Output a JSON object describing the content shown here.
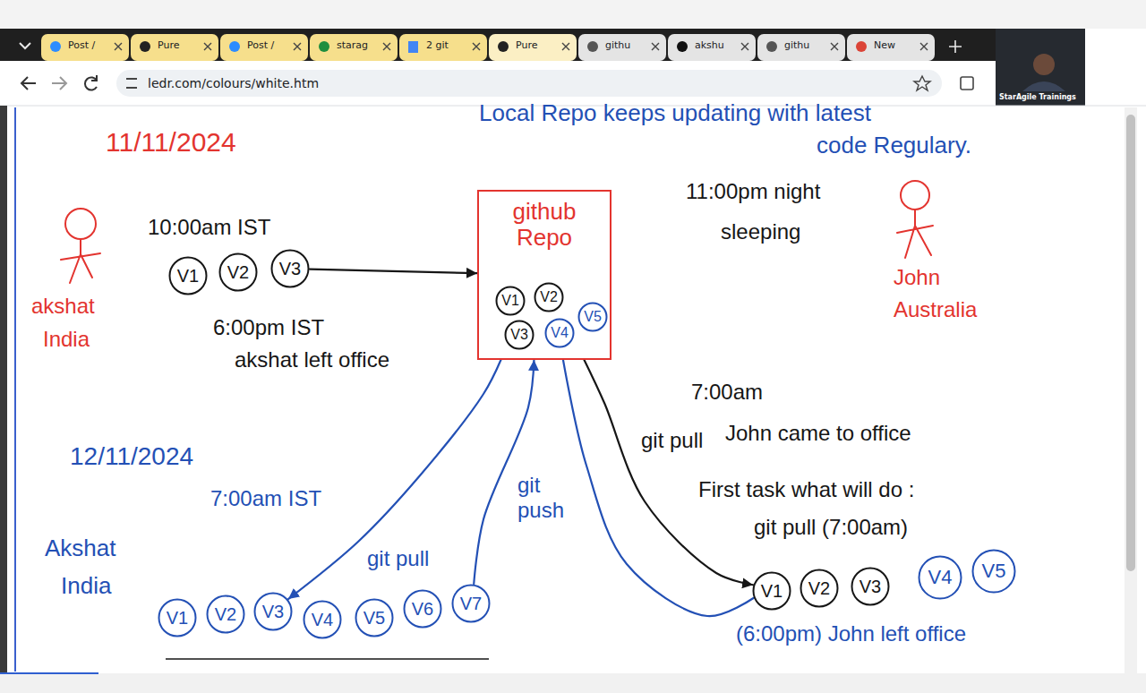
{
  "diagram": {
    "nodes": [
      {
        "text": [
          "V1"
        ]
      },
      {
        "text": [
          "V2"
        ]
      },
      {
        "text": [
          "V3"
        ]
      },
      {
        "text": [
          "github Repo"
        ]
      },
      {
        "text": [
          "V1"
        ],
        "in": 3
      },
      {
        "text": [
          "V2"
        ],
        "in": 3
      },
      {
        "text": [
          "V3"
        ],
        "in": 3
      },
      {
        "text": [
          "V4"
        ],
        "in": 3
      },
      {
        "text": [
          "V5"
        ],
        "in": 3
      },
      {
        "text": [
          "V1"
        ]
      },
      {
        "text": [
          "V2"
        ]
      },
      {
        "text": [
          "V3"
        ]
      },
      {
        "text": [
          "V4"
        ]
      },
      {
        "text": [
          "V5"
        ]
      },
      {
        "text": [
          "V6"
        ]
      },
      {
        "text": [
          "V7"
        ]
      },
      {
        "text": [
          "V1"
        ]
      },
      {
        "text": [
          "V2"
        ]
      },
      {
        "text": [
          "V3"
        ]
      },
      {
        "text": [
          "V4"
        ]
      },
      {
        "text": [
          "V5"
        ]
      }
    ],
    "edges": [
      {
        "from": 2,
        "to": 3,
        "arrow": "to"
      },
      {
        "from": 3,
        "to": 11,
        "arrow": "to"
      },
      {
        "from": 15,
        "to": 3,
        "arrow": "to"
      },
      {
        "from": 3,
        "to": 16,
        "arrow": "to"
      },
      {
        "from": 3,
        "to": 16,
        "arrow": "none"
      }
    ],
    "labels": [
      "Post /",
      "Pure",
      "Post /",
      "starag",
      "2 git",
      "Pure",
      "githu",
      "akshu",
      "githu",
      "New",
      "ledr.com/colours/white.htm",
      "StarAgile Trainings",
      "11/11/2024",
      "Local Repo keeps updating with latest",
      "code Regulary.",
      "10:00am IST",
      "6:00pm IST",
      "akshat left office",
      "akshat",
      "India",
      "11:00pm night",
      "sleeping",
      "John",
      "Australia",
      "7:00am",
      "git pull",
      "John came to office",
      "First task what will do :",
      "git pull (7:00am)",
      "12/11/2024",
      "7:00am IST",
      "Akshat",
      "India",
      "git pull",
      "git push",
      "(6:00pm) John left office"
    ]
  }
}
